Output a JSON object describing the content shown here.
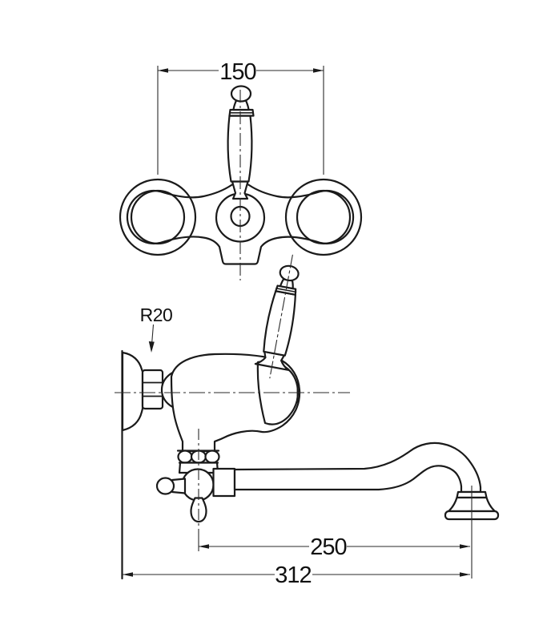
{
  "drawing": {
    "background_color": "#ffffff",
    "line_color": "#1a1a1a",
    "dim_line_color": "#2a2a2a",
    "views": {
      "front_view": "faucet front view with lever handle",
      "side_view": "faucet side view with spout"
    },
    "dimensions": {
      "mounting_width": {
        "label": "150"
      },
      "spout_reach": {
        "label": "250"
      },
      "total_reach": {
        "label": "312"
      },
      "flange_radius_note": {
        "label": "R20"
      }
    }
  }
}
